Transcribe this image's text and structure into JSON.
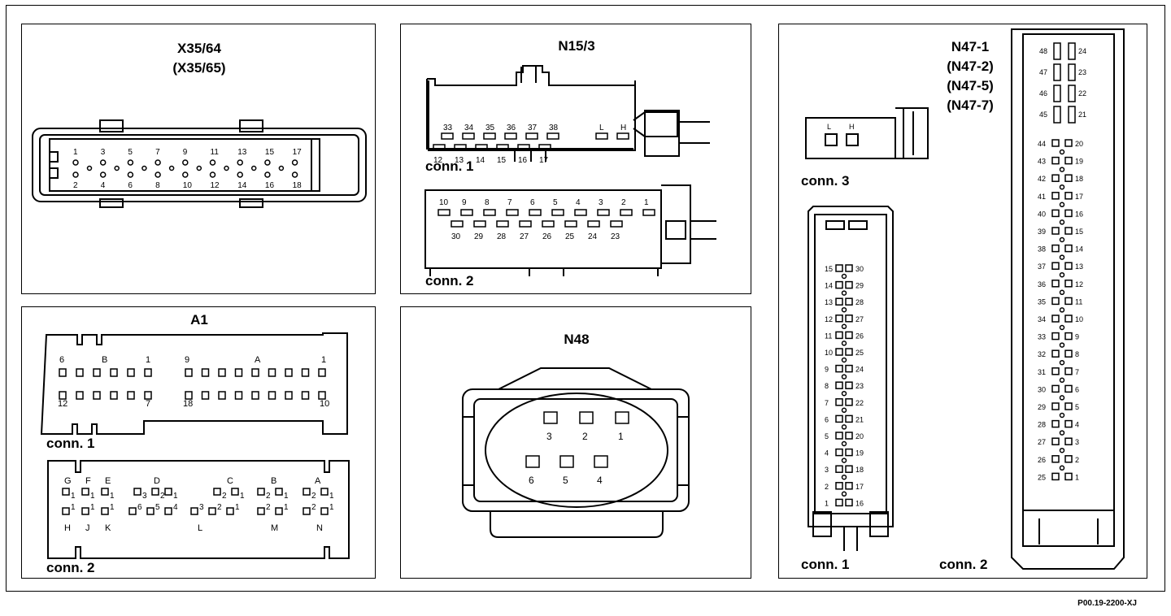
{
  "reference": "P00.19-2200-XJ",
  "x35": {
    "title": "X35/64",
    "subtitle": "(X35/65)",
    "top_pins": [
      "1",
      "3",
      "5",
      "7",
      "9",
      "11",
      "13",
      "15",
      "17"
    ],
    "bottom_pins": [
      "2",
      "4",
      "6",
      "8",
      "10",
      "12",
      "14",
      "16",
      "18"
    ]
  },
  "n15": {
    "title": "N15/3",
    "conn1": {
      "label": "conn. 1",
      "top_pins": [
        "33",
        "34",
        "35",
        "36",
        "37",
        "38"
      ],
      "bottom_pins": [
        "12",
        "13",
        "14",
        "15",
        "16",
        "17"
      ],
      "side_pins": [
        "L",
        "H"
      ]
    },
    "conn2": {
      "label": "conn. 2",
      "top_pins": [
        "10",
        "9",
        "8",
        "7",
        "6",
        "5",
        "4",
        "3",
        "2",
        "1"
      ],
      "bottom_pins": [
        "30",
        "29",
        "28",
        "27",
        "26",
        "25",
        "24",
        "23"
      ]
    }
  },
  "n47": {
    "titles": [
      "N47-1",
      "(N47-2)",
      "(N47-5)",
      "(N47-7)"
    ],
    "conn3": {
      "label": "conn. 3",
      "pins": [
        "L",
        "H"
      ]
    },
    "conn1": {
      "label": "conn. 1",
      "left_pins": [
        "15",
        "14",
        "13",
        "12",
        "11",
        "10",
        "9",
        "8",
        "7",
        "6",
        "5",
        "4",
        "3",
        "2",
        "1"
      ],
      "right_pins": [
        "30",
        "29",
        "28",
        "27",
        "26",
        "25",
        "24",
        "23",
        "22",
        "21",
        "20",
        "19",
        "18",
        "17",
        "16"
      ]
    },
    "conn2": {
      "label": "conn. 2",
      "top_left": [
        "48",
        "47",
        "46",
        "45"
      ],
      "top_right": [
        "24",
        "23",
        "22",
        "21"
      ],
      "left_pins": [
        "44",
        "43",
        "42",
        "41",
        "40",
        "39",
        "38",
        "37",
        "36",
        "35",
        "34",
        "33",
        "32",
        "31",
        "30",
        "29",
        "28",
        "27",
        "26",
        "25"
      ],
      "right_pins": [
        "20",
        "19",
        "18",
        "17",
        "16",
        "15",
        "14",
        "13",
        "12",
        "11",
        "10",
        "9",
        "8",
        "7",
        "6",
        "5",
        "4",
        "3",
        "2",
        "1"
      ]
    }
  },
  "a1": {
    "title": "A1",
    "conn1": {
      "label": "conn. 1",
      "top_labels": [
        "6",
        "B",
        "1",
        "9",
        "A",
        "1"
      ],
      "bottom_labels": [
        "12",
        "7",
        "18",
        "10"
      ]
    },
    "conn2": {
      "label": "conn. 2",
      "top_letters": [
        "G",
        "F",
        "E",
        "D",
        "C",
        "B",
        "A"
      ],
      "bottom_letters": [
        "H",
        "J",
        "K",
        "L",
        "M",
        "N"
      ],
      "row1_nums": [
        "1",
        "1",
        "1",
        "3",
        "2",
        "1",
        "2",
        "1",
        "2",
        "1",
        "2",
        "1"
      ],
      "row2_nums": [
        "1",
        "1",
        "1",
        "6",
        "5",
        "4",
        "3",
        "2",
        "1",
        "2",
        "1",
        "2",
        "1"
      ]
    }
  },
  "n48": {
    "title": "N48",
    "top_pins": [
      "3",
      "2",
      "1"
    ],
    "bottom_pins": [
      "6",
      "5",
      "4"
    ]
  }
}
